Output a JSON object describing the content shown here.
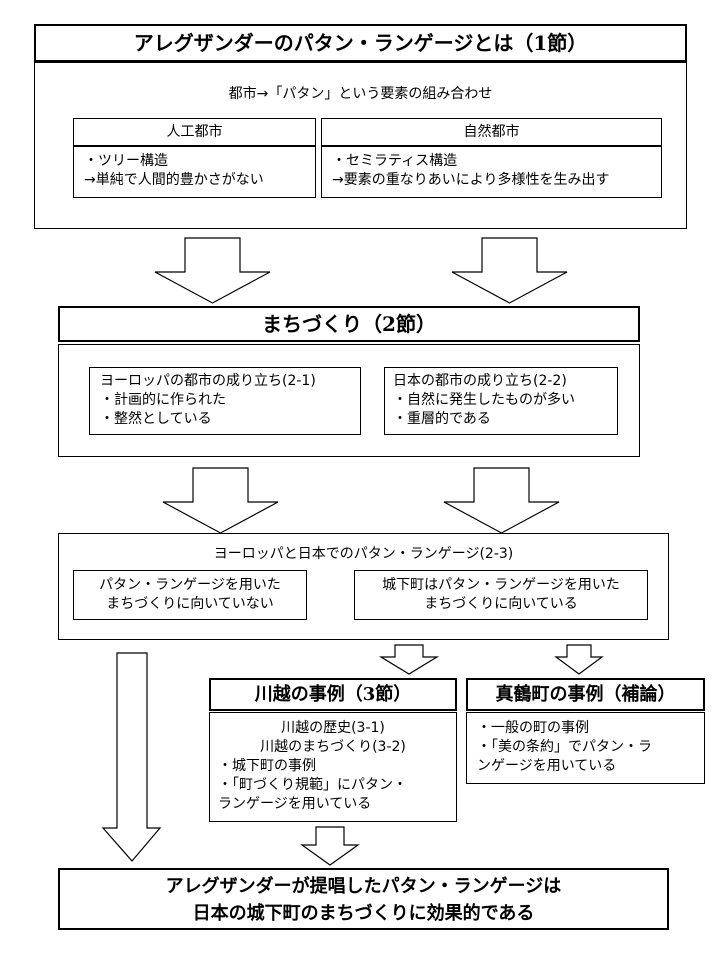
{
  "section1": {
    "title": "アレグザンダーのパタン・ランゲージとは（1節）",
    "subtitle": "都市→「パタン」という要素の組み合わせ",
    "artificial": {
      "label": "人工都市",
      "lines": [
        "・ツリー構造",
        "→単純で人間的豊かさがない"
      ]
    },
    "natural": {
      "label": "自然都市",
      "lines": [
        "・セミラティス構造",
        "→要素の重なりあいにより多様性を生み出す"
      ]
    }
  },
  "section2": {
    "title": "まちづくり（2節）",
    "europe": {
      "heading": "ヨーロッパの都市の成り立ち(2-1)",
      "lines": [
        "・計画的に作られた",
        "・整然としている"
      ]
    },
    "japan": {
      "heading": "日本の都市の成り立ち(2-2)",
      "lines": [
        "・自然に発生したものが多い",
        "・重層的である"
      ]
    }
  },
  "section23": {
    "heading": "ヨーロッパと日本でのパタン・ランゲージ(2-3)",
    "left": [
      "パタン・ランゲージを用いた",
      "まちづくりに向いていない"
    ],
    "right": [
      "城下町はパタン・ランゲージを用いた",
      "まちづくりに向いている"
    ]
  },
  "kawagoe": {
    "title": "川越の事例（3節）",
    "lines": [
      "川越の歴史(3-1)",
      "川越のまちづくり(3-2)"
    ],
    "bullets": [
      "・城下町の事例",
      "・「町づくり規範」にパタン・",
      "ランゲージを用いている"
    ]
  },
  "manazuru": {
    "title": "真鶴町の事例（補論）",
    "bullets": [
      "・一般の町の事例",
      "・「美の条約」でパタン・ラ",
      "ンゲージを用いている"
    ]
  },
  "conclusion": {
    "line1": "アレグザンダーが提唱したパタン・ランゲージは",
    "line2": "日本の城下町のまちづくりに効果的である"
  }
}
